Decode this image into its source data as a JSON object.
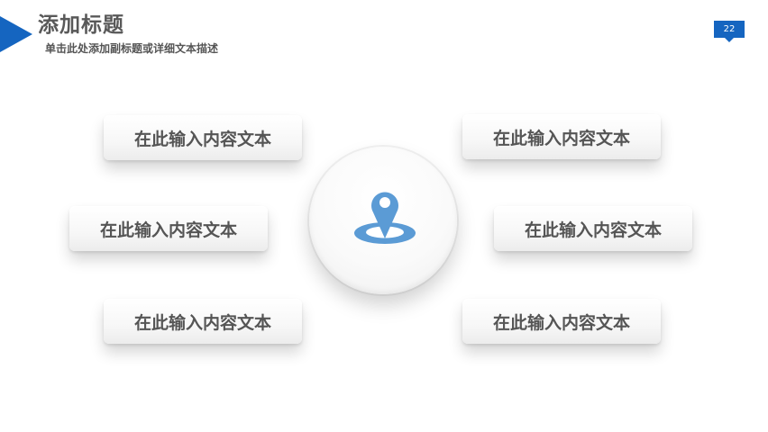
{
  "header": {
    "title": "添加标题",
    "subtitle": "单击此处添加副标题或详细文本描述",
    "page_number": "22"
  },
  "colors": {
    "accent": "#1565c0",
    "icon": "#5b9bd5"
  },
  "center": {
    "icon": "location-pin-icon"
  },
  "boxes": [
    "在此输入内容文本",
    "在此输入内容文本",
    "在此输入内容文本",
    "在此输入内容文本",
    "在此输入内容文本",
    "在此输入内容文本"
  ]
}
